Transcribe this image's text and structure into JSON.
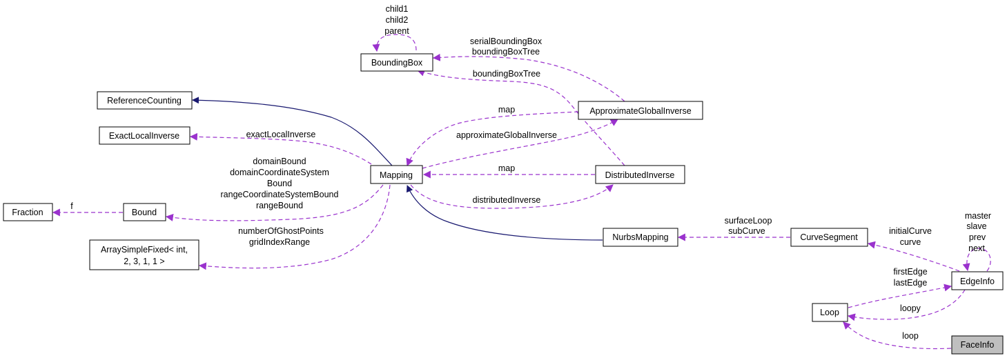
{
  "nodes": {
    "bounding_box": "BoundingBox",
    "reference_counting": "ReferenceCounting",
    "exact_local_inverse": "ExactLocalInverse",
    "fraction": "Fraction",
    "bound": "Bound",
    "array_simple_fixed_line1": "ArraySimpleFixed< int,",
    "array_simple_fixed_line2": "2, 3, 1, 1 >",
    "mapping": "Mapping",
    "approximate_global_inverse": "ApproximateGlobalInverse",
    "distributed_inverse": "DistributedInverse",
    "nurbs_mapping": "NurbsMapping",
    "curve_segment": "CurveSegment",
    "edge_info": "EdgeInfo",
    "loop": "Loop",
    "face_info": "FaceInfo"
  },
  "edge_labels": {
    "bb_self_1": "child1",
    "bb_self_2": "child2",
    "bb_self_3": "parent",
    "serial_bb_1": "serialBoundingBox",
    "serial_bb_2": "boundingBoxTree",
    "di_bb": "boundingBoxTree",
    "agi_map": "map",
    "exact_local_inverse": "exactLocalInverse",
    "approximate_global_inverse": "approximateGlobalInverse",
    "di_map": "map",
    "bound_1": "domainBound",
    "bound_2": "domainCoordinateSystem",
    "bound_3": "Bound",
    "bound_4": "rangeCoordinateSystemBound",
    "bound_5": "rangeBound",
    "fraction_f": "f",
    "distributed_inverse": "distributedInverse",
    "array_1": "numberOfGhostPoints",
    "array_2": "gridIndexRange",
    "curve_1": "surfaceLoop",
    "curve_2": "subCurve",
    "edge_curve_1": "initialCurve",
    "edge_curve_2": "curve",
    "edge_self_1": "master",
    "edge_self_2": "slave",
    "edge_self_3": "prev",
    "edge_self_4": "next",
    "loop_edge_1": "firstEdge",
    "loop_edge_2": "lastEdge",
    "loopy": "loopy",
    "face_loop": "loop"
  },
  "colors": {
    "inheritance": "#191970",
    "usage": "#9a32cd",
    "highlight_fill": "#bfbfbf"
  }
}
